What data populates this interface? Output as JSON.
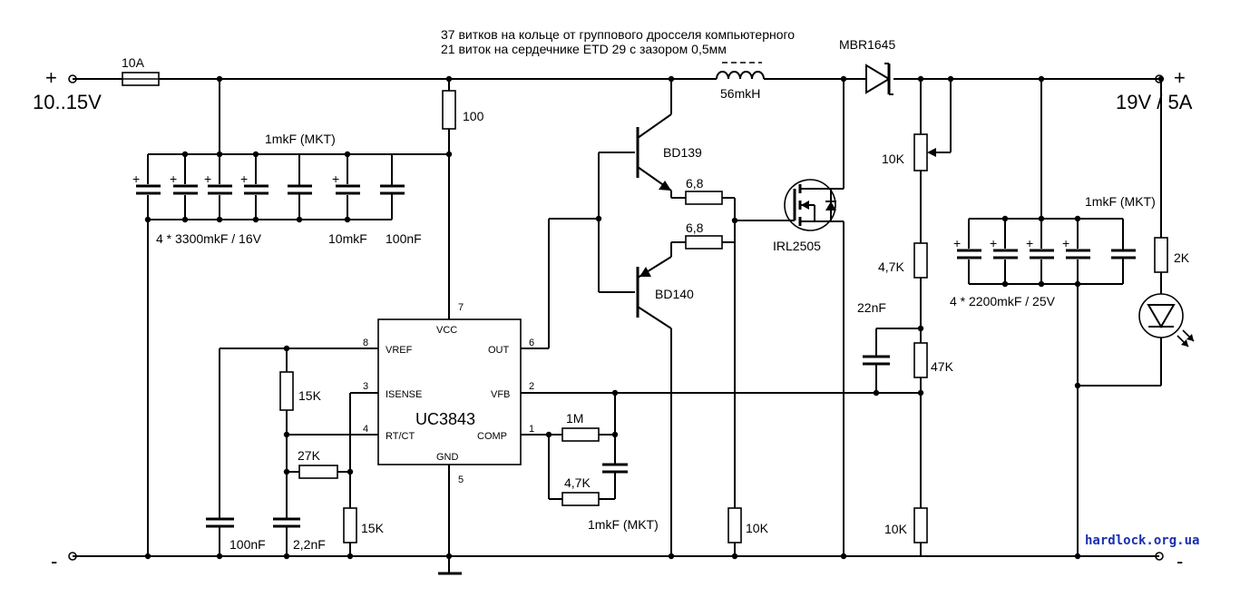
{
  "title": {
    "winding_note_1": "37 витков на кольце от группового дросселя компьютерного",
    "winding_note_2": "21 виток на сердечнике ETD 29 с зазором 0,5мм"
  },
  "terminals": {
    "input_plus": "+",
    "input_voltage": "10..15V",
    "input_minus": "-",
    "output_plus": "+",
    "output_voltage": "19V / 5A",
    "output_minus": "-"
  },
  "components": {
    "fuse": "10A",
    "r_100": "100",
    "input_caps_mkt": "1mkF (MKT)",
    "input_caps_electrolytic": "4 * 3300mkF / 16V",
    "input_cap_10": "10mkF",
    "input_cap_100n": "100nF",
    "inductor": "56mkH",
    "diode": "MBR1645",
    "q_bd139": "BD139",
    "q_bd140": "BD140",
    "r_gate_1": "6,8",
    "r_gate_2": "6,8",
    "mosfet": "IRL2505",
    "r_pot_10k": "10K",
    "r_4k7_fb": "4,7K",
    "c_22n": "22nF",
    "r_47k": "47K",
    "r_10k_bottom": "10K",
    "r_10k_gate": "10K",
    "output_caps_mkt": "1mkF (MKT)",
    "output_caps_electrolytic": "4 * 2200mkF / 25V",
    "r_2k": "2K",
    "r_15k_vref": "15K",
    "r_27k": "27K",
    "r_15k_isense": "15K",
    "c_100n_vref": "100nF",
    "c_2n2": "2,2nF",
    "r_1m": "1M",
    "r_4k7_comp": "4,7K",
    "c_comp_mkt": "1mkF (MKT)"
  },
  "ic": {
    "name": "UC3843",
    "vcc": "VCC",
    "gnd": "GND",
    "vref": "VREF",
    "isense": "ISENSE",
    "rtct": "RT/CT",
    "out": "OUT",
    "vfb": "VFB",
    "comp": "COMP",
    "pin_7": "7",
    "pin_5": "5",
    "pin_8": "8",
    "pin_3": "3",
    "pin_4": "4",
    "pin_6": "6",
    "pin_2": "2",
    "pin_1": "1"
  },
  "watermark": "hardlock.org.ua"
}
